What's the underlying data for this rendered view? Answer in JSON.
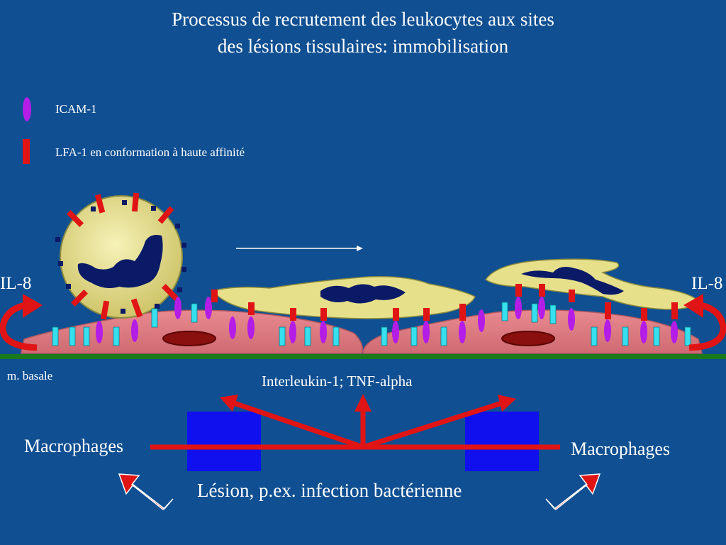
{
  "title": {
    "line1": "Processus de recrutement des leukocytes aux sites",
    "line2": "des lésions tissulaires: immobilisation"
  },
  "legend": [
    {
      "label": "ICAM-1",
      "color": "#b31de6",
      "shape": "oval"
    },
    {
      "label": "LFA-1 en conformation à haute affinité",
      "color": "#e01414",
      "shape": "bar"
    }
  ],
  "labels": {
    "il8_left": "IL-8",
    "il8_right": "IL-8",
    "membrane": "m. basale",
    "cytokines": "Interleukin-1; TNF-alpha",
    "macrophages_left": "Macrophages",
    "macrophages_right": "Macrophages",
    "lesion": "Lésion, p.ex. infection bactérienne"
  },
  "colors": {
    "background": "#0f4f92",
    "leukocyte": "#e6e08a",
    "nucleus": "#0a1a66",
    "endothelium": "#e07a80",
    "endothelium_nucleus": "#8a0f0f",
    "membrane": "#1a7a1a",
    "icam": "#b31de6",
    "lfa": "#e01414",
    "receptor": "#36e0ee",
    "macrophage": "#1010ee",
    "arrow": "#e01414"
  }
}
